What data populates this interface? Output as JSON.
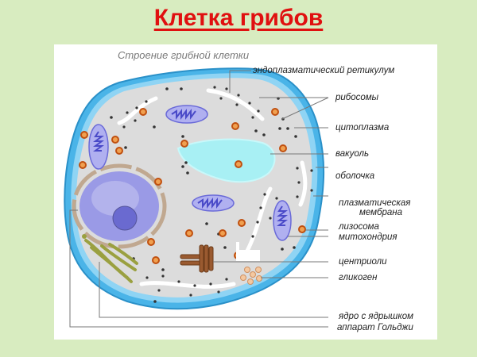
{
  "title": "Клетка грибов",
  "diagram": {
    "subtitle": "Строение грибной клетки",
    "labels": {
      "er": "эндоплазматический ретикулум",
      "ribosomes": "рибосомы",
      "cytoplasm": "цитоплазма",
      "vacuole": "вакуоль",
      "cell_wall": "оболочка",
      "plasma_membrane_1": "плазматическая",
      "plasma_membrane_2": "мембрана",
      "lysosome": "лизосома",
      "mitochondria": "митохондрия",
      "centrioles": "центриоли",
      "glycogen": "гликоген",
      "nucleus": "ядро с ядрышком",
      "golgi": "аппарат Гольджи"
    },
    "colors": {
      "title": "#e01010",
      "background": "#d8ecc0",
      "cell_wall": "#4ab4e8",
      "cytoplasm": "#d9d9d9",
      "vacuole": "#a8f0f4",
      "nucleus": "#8a8ae0",
      "mitochondria": "#6a6ad8",
      "lysosome": "#d06010",
      "golgi": "#9aa040",
      "centrioles": "#8a4a20"
    }
  }
}
